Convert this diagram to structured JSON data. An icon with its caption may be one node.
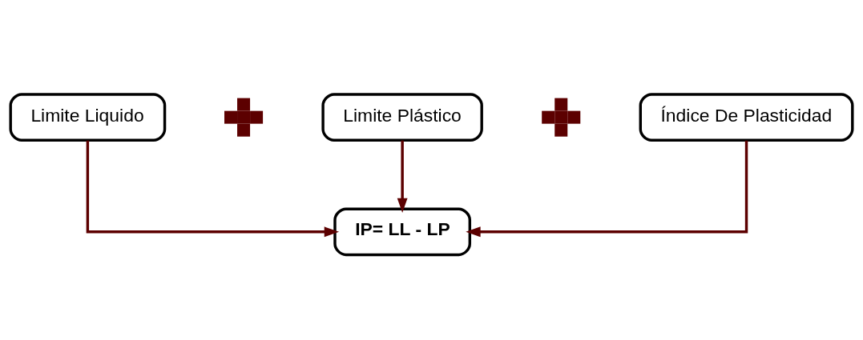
{
  "diagram": {
    "nodes": [
      {
        "text": [
          "Limite Liquido"
        ]
      },
      {
        "text": [],
        "shape": "plus"
      },
      {
        "text": [
          "Limite Plástico"
        ]
      },
      {
        "text": [],
        "shape": "plus"
      },
      {
        "text": [
          "Índice De Plasticidad"
        ]
      },
      {
        "text": [
          "IP= LL - LP"
        ]
      }
    ],
    "edges": [
      {
        "from": 0,
        "to": 5,
        "arrow": "to",
        "color": "#5c0000"
      },
      {
        "from": 2,
        "to": 5,
        "arrow": "to",
        "color": "#5c0000"
      },
      {
        "from": 4,
        "to": 5,
        "arrow": "to",
        "color": "#5c0000"
      }
    ]
  }
}
